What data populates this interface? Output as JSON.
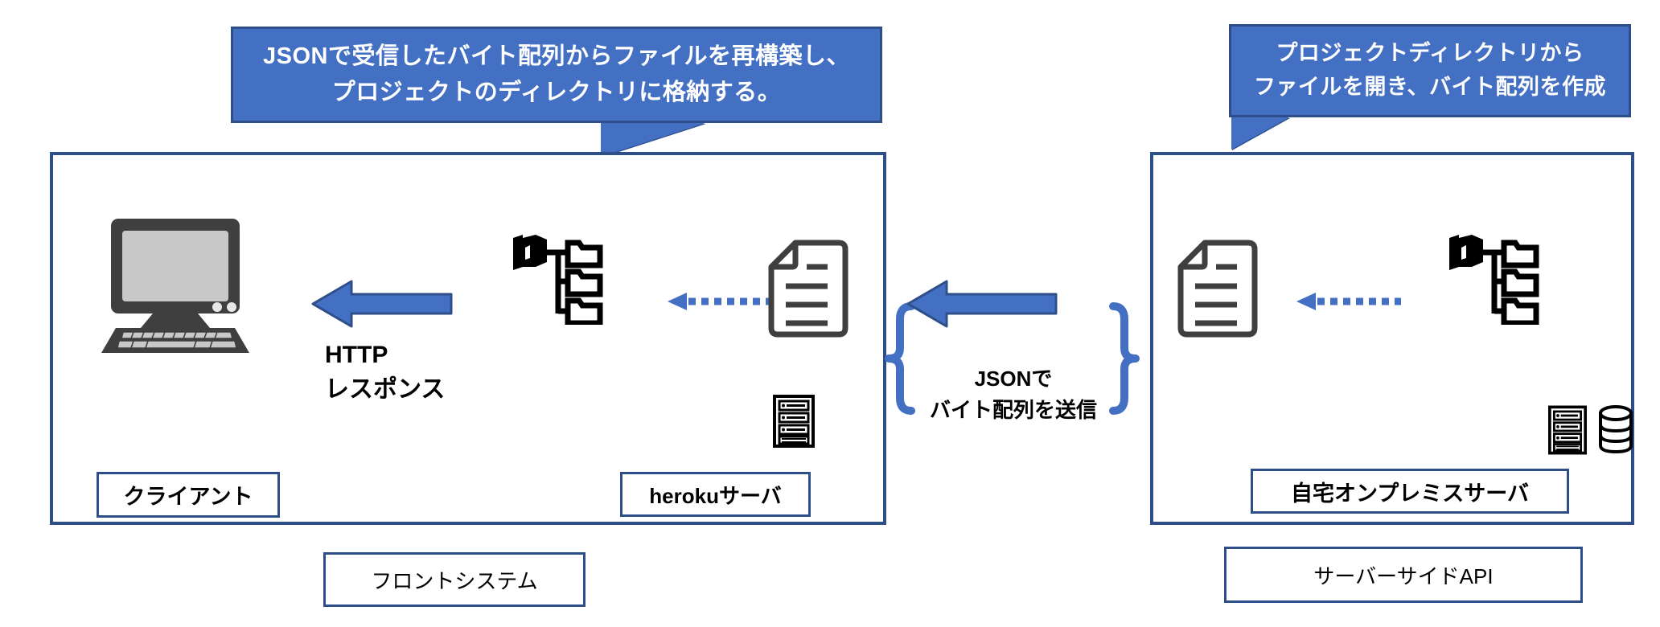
{
  "diagram": {
    "title": "JSON byte-array file transfer architecture",
    "colors": {
      "callout_fill": "#4470C4",
      "border_navy": "#2E4E8A",
      "arrow_fill": "#4470C4",
      "arrow_stroke": "#2E4E8A",
      "icon_dark": "#3F3F3F",
      "icon_black": "#000000",
      "screen_gray": "#C8C8C8"
    }
  },
  "callouts": {
    "left": {
      "name": "client-side-reconstruct-callout",
      "line1": "JSONで受信したバイト配列からファイルを再構築し、",
      "line2": "プロジェクトのディレクトリに格納する。"
    },
    "right": {
      "name": "server-side-read-callout",
      "line1": "プロジェクトディレクトリから",
      "line2": "ファイルを開き、バイト配列を作成"
    }
  },
  "systems": {
    "front": {
      "caption": "フロントシステム",
      "nodes": {
        "client": "クライアント",
        "heroku": "herokuサーバ"
      },
      "arrow_label_line1": "HTTP",
      "arrow_label_line2": "レスポンス"
    },
    "server": {
      "caption": "サーバーサイドAPI",
      "nodes": {
        "onprem": "自宅オンプレミスサーバ"
      }
    }
  },
  "transfer": {
    "name": "json-byte-array-transfer",
    "line1": "JSONで",
    "line2": "バイト配列を送信",
    "brace_open": "{",
    "brace_close": "}"
  },
  "icons": [
    {
      "name": "computer-icon",
      "where": "front-system"
    },
    {
      "name": "folder-tree-icon",
      "where": "heroku"
    },
    {
      "name": "document-icon",
      "where": "heroku"
    },
    {
      "name": "server-rack-icon",
      "where": "heroku"
    },
    {
      "name": "document-icon",
      "where": "onprem"
    },
    {
      "name": "folder-tree-icon",
      "where": "onprem"
    },
    {
      "name": "server-rack-icon",
      "where": "onprem"
    },
    {
      "name": "database-icon",
      "where": "onprem"
    }
  ]
}
